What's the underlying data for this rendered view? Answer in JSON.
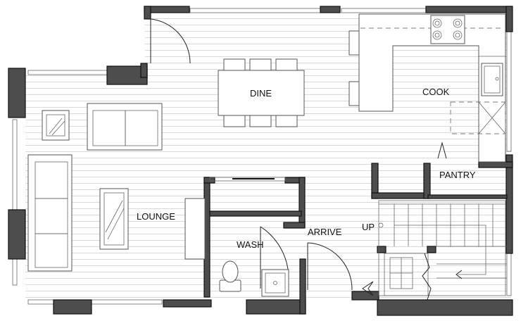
{
  "rooms": {
    "dine": "DINE",
    "cook": "COOK",
    "pantry": "PANTRY",
    "lounge": "LOUNGE",
    "wash": "WASH",
    "arrive": "ARRIVE",
    "up": "UP"
  }
}
